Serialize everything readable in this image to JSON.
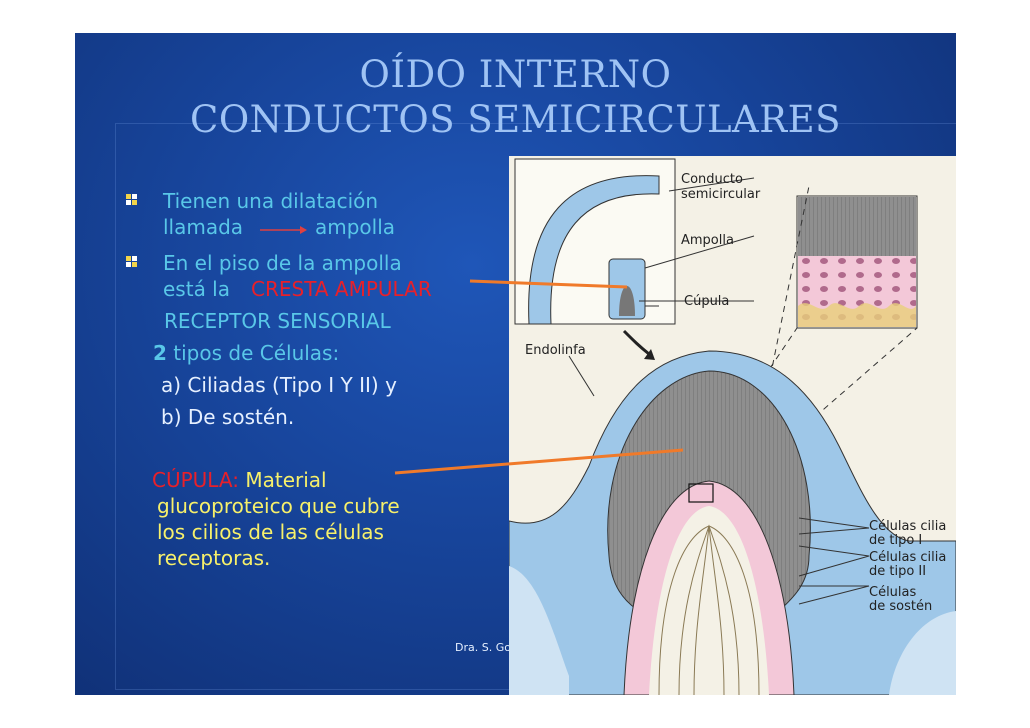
{
  "slide": {
    "title_line1": "OÍDO INTERNO",
    "title_line2": "CONDUCTOS SEMICIRCULARES",
    "bullet1_line1": "Tienen una dilatación",
    "bullet1_line2a": "llamada",
    "bullet1_line2b": "ampolla",
    "bullet2_line1": "En el piso de la ampolla",
    "bullet2_line2a": "está la",
    "bullet2_line2b": "CRESTA AMPULAR",
    "receptor": "RECEPTOR SENSORIAL",
    "tipos_num": "2",
    "tipos_text": "tipos de Células:",
    "tipo_a": "a) Ciliadas (Tipo I Y II) y",
    "tipo_b": "b) De sostén.",
    "cupula_label": "CÚPULA:",
    "cupula_line1": "Material",
    "cupula_line2": "glucoproteico que cubre",
    "cupula_line3": "los cilios de las células",
    "cupula_line4": "receptoras.",
    "footer": "Dra. S. Go"
  },
  "diagram": {
    "conducto1": "Conducto",
    "conducto2": "semicircular",
    "ampolla": "Ampolla",
    "cupula": "Cúpula",
    "endolinfa": "Endolinfa",
    "cel1a": "Células cilia",
    "cel1b": "de tipo I",
    "cel2a": "Células cilia",
    "cel2b": "de tipo II",
    "cel3a": "Células",
    "cel3b": "de sostén"
  },
  "colors": {
    "background": "#17449a",
    "title": "#9fc3f4",
    "cyan_text": "#59c7e8",
    "red_text": "#e8202a",
    "yellow_text": "#f7f06a",
    "pointer_lines": "#f07a2a"
  }
}
